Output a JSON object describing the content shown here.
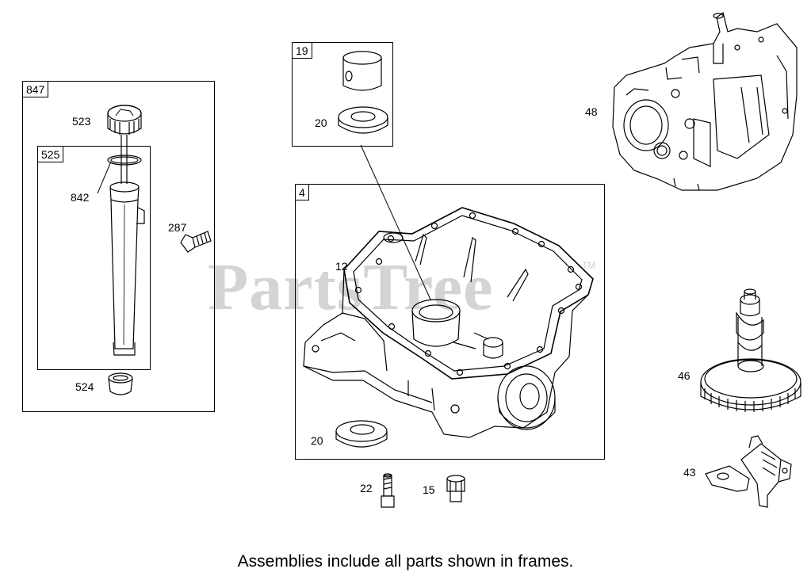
{
  "frames": {
    "f847": "847",
    "f525": "525",
    "f19": "19",
    "f4": "4"
  },
  "parts": {
    "p523": "523",
    "p842": "842",
    "p287": "287",
    "p524": "524",
    "p20a": "20",
    "p12": "12",
    "p20b": "20",
    "p22": "22",
    "p15": "15",
    "p48": "48",
    "p46": "46",
    "p43": "43"
  },
  "watermark": "PartsTree",
  "watermark_tm": "TM",
  "caption": "Assemblies include all parts shown in frames."
}
